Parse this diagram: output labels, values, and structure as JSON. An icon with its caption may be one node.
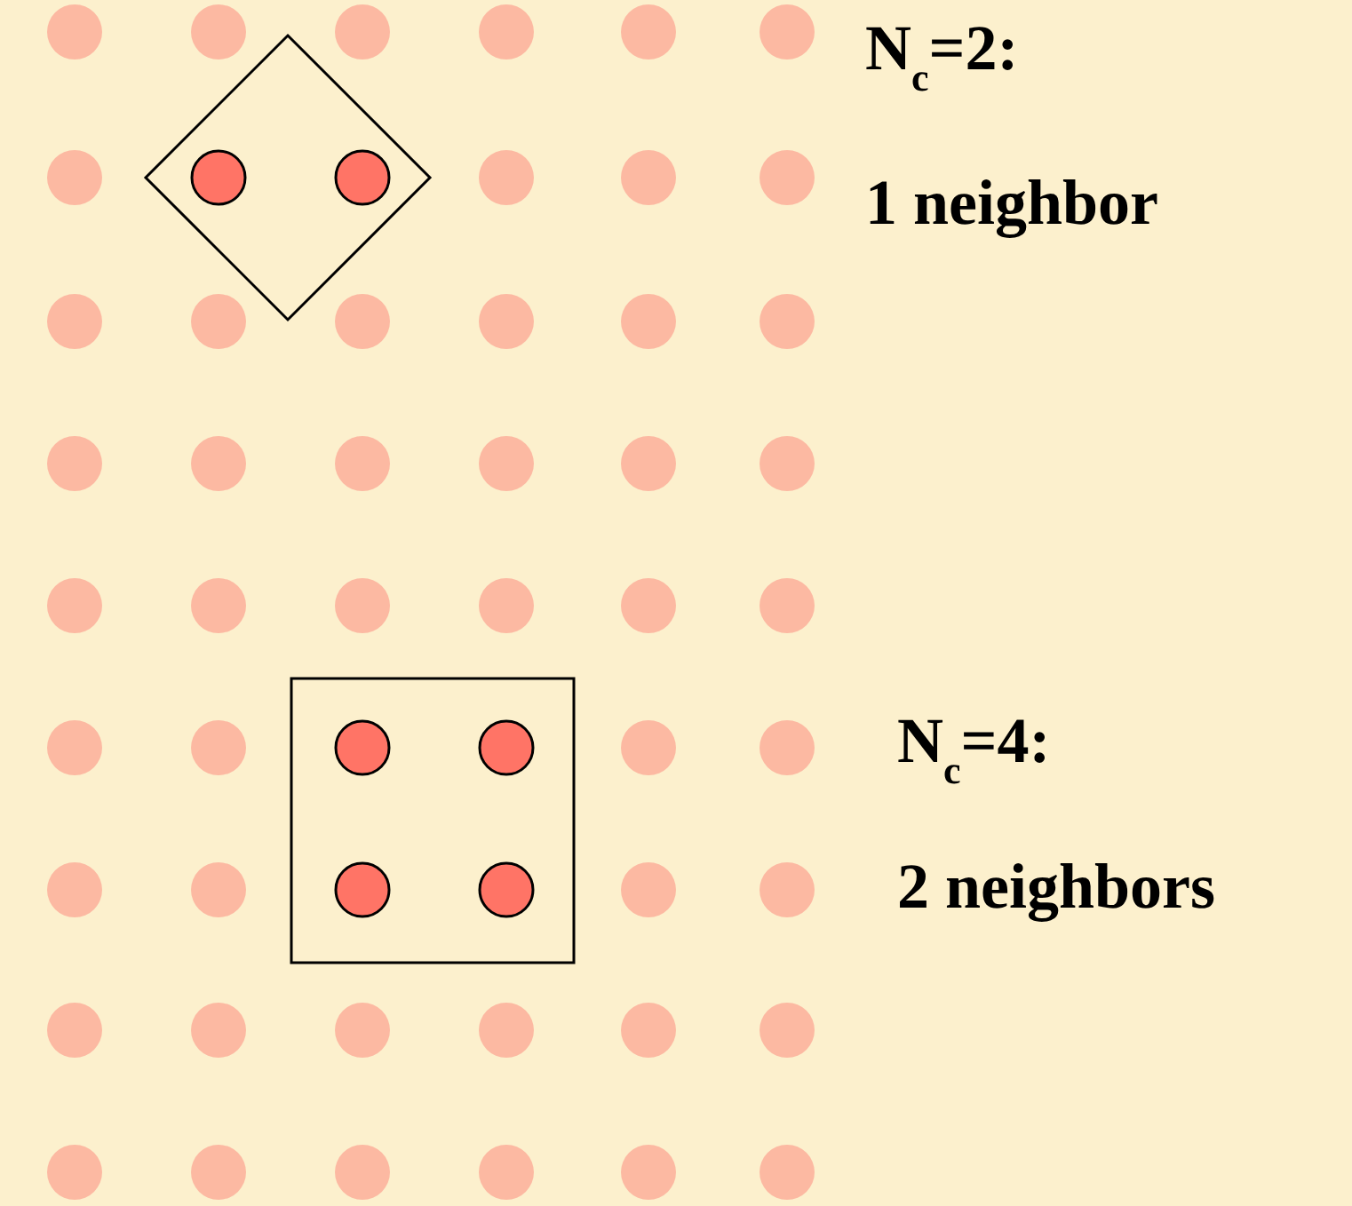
{
  "diagram": {
    "labels": [
      "N$_{c}$=2:",
      "1 neighbor",
      "N$_{c}$=4:",
      "2 neighbors"
    ]
  }
}
